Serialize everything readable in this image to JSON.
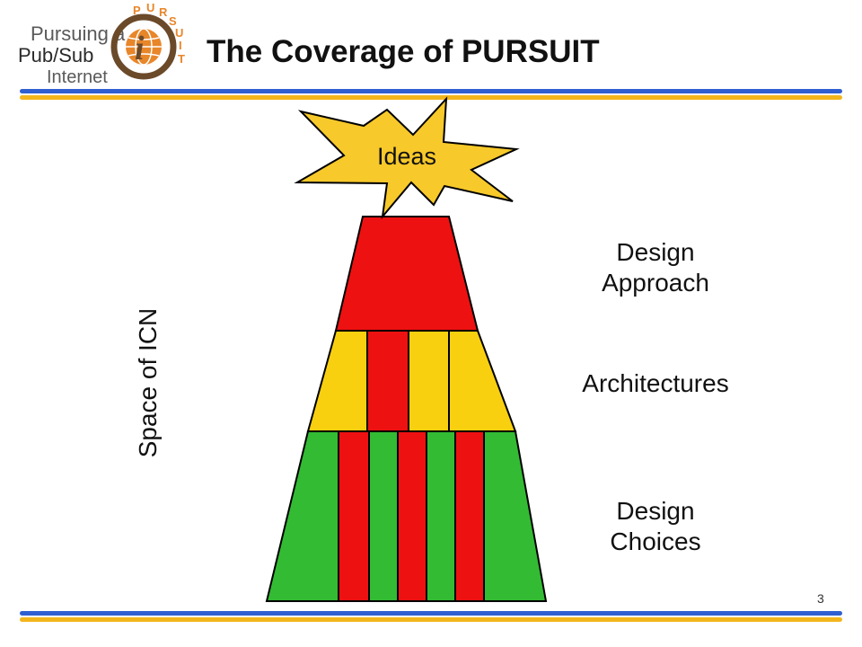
{
  "logo": {
    "line1": "Pursuing a",
    "line2": "Pub/Sub",
    "line3": "Internet",
    "arc_letters": [
      "P",
      "U",
      "R",
      "S",
      "U",
      "I",
      "T"
    ]
  },
  "title": "The Coverage of PURSUIT",
  "burst_label": "Ideas",
  "side_label": "Space of ICN",
  "levels": {
    "top": [
      "Design",
      "Approach"
    ],
    "middle": "Architectures",
    "bottom": [
      "Design",
      "Choices"
    ]
  },
  "page_number": "3",
  "colors": {
    "red": "#ee1111",
    "yellow": "#f9d00f",
    "green": "#33bb33",
    "burst": "#f7c92a",
    "rule_blue": "#2f5fd0",
    "rule_gold": "#f2b51c",
    "logo_orange": "#e8862a"
  }
}
